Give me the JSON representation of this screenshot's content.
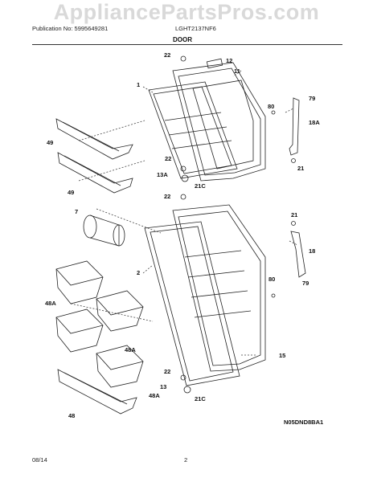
{
  "watermark": "AppliancePartsPros.com",
  "header": {
    "publication": "Publication No: 5995649281",
    "model": "LGHT2137NF6",
    "section": "DOOR"
  },
  "callouts": {
    "c22a": "22",
    "c12": "12",
    "c11": "11",
    "c1": "1",
    "c80a": "80",
    "c79a": "79",
    "c18A": "18A",
    "c21a": "21",
    "c49a": "49",
    "c49b": "49",
    "c22b": "22",
    "c13A": "13A",
    "c21C_a": "21C",
    "c22c": "22",
    "c7": "7",
    "c21b": "21",
    "c18": "18",
    "c79b": "79",
    "c2": "2",
    "c80b": "80",
    "c48A_a": "48A",
    "c48A_b": "48A",
    "c15": "15",
    "c22d": "22",
    "c48A_c": "48A",
    "c13": "13",
    "c21C_b": "21C",
    "c48": "48"
  },
  "diagram_code": "N05DND8BA1",
  "footer": {
    "date": "08/14",
    "page": "2"
  }
}
